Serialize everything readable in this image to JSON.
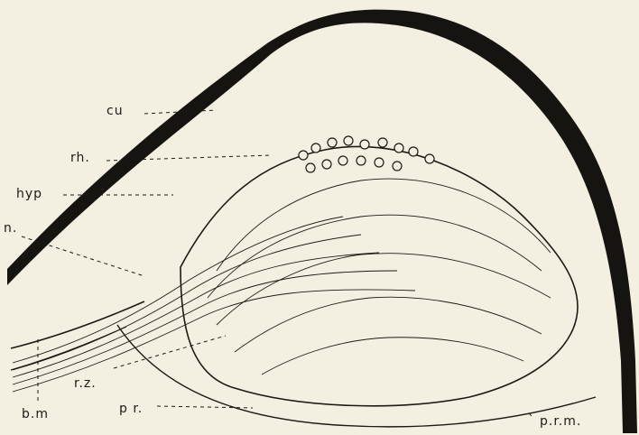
{
  "labels": {
    "cu": "cu",
    "rh": "rh.",
    "hyp": "hyp",
    "n": "n.",
    "rz": "r.z.",
    "bm": "b.m",
    "pr": "p r.",
    "prm": "p.r.m."
  }
}
